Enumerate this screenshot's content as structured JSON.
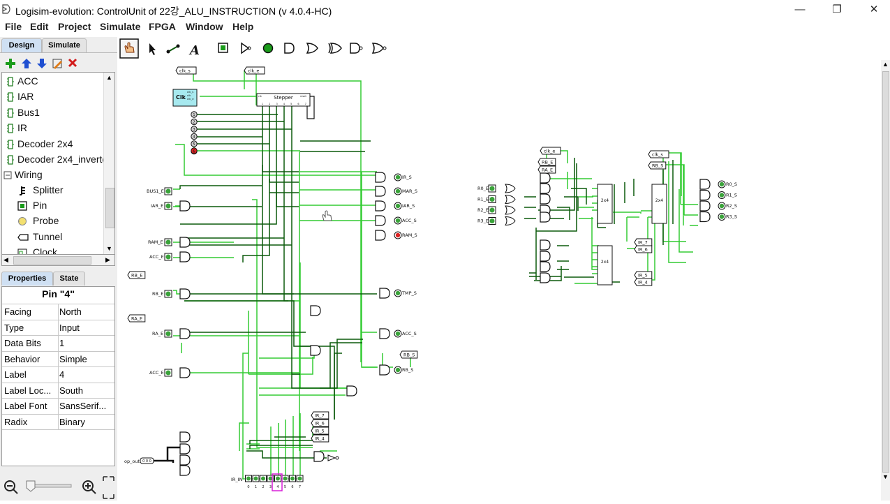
{
  "window": {
    "title": "Logisim-evolution: ControlUnit of 22강_ALU_INSTRUCTION (v 4.0.4-HC)",
    "minimize": "—",
    "maximize": "❐",
    "close": "✕"
  },
  "menu": [
    "File",
    "Edit",
    "Project",
    "Simulate",
    "FPGA",
    "Window",
    "Help"
  ],
  "left_tabs": {
    "design": "Design",
    "simulate": "Simulate"
  },
  "tree_items": [
    {
      "label": "ACC",
      "kind": "circuit"
    },
    {
      "label": "IAR",
      "kind": "circuit"
    },
    {
      "label": "Bus1",
      "kind": "circuit"
    },
    {
      "label": "IR",
      "kind": "circuit"
    },
    {
      "label": "Decoder 2x4",
      "kind": "circuit"
    },
    {
      "label": "Decoder 2x4_inverte",
      "kind": "circuit"
    },
    {
      "label": "Wiring",
      "kind": "folder"
    },
    {
      "label": "Splitter",
      "kind": "splitter"
    },
    {
      "label": "Pin",
      "kind": "pin"
    },
    {
      "label": "Probe",
      "kind": "probe"
    },
    {
      "label": "Tunnel",
      "kind": "tunnel"
    },
    {
      "label": "Clock",
      "kind": "clock"
    }
  ],
  "prop_tabs": {
    "properties": "Properties",
    "state": "State"
  },
  "props_title": "Pin \"4\"",
  "properties": [
    {
      "key": "Facing",
      "value": "North"
    },
    {
      "key": "Type",
      "value": "Input"
    },
    {
      "key": "Data Bits",
      "value": "1"
    },
    {
      "key": "Behavior",
      "value": "Simple"
    },
    {
      "key": "Label",
      "value": "4"
    },
    {
      "key": "Label Loc...",
      "value": "South"
    },
    {
      "key": "Label Font",
      "value": "SansSerif..."
    },
    {
      "key": "Radix",
      "value": "Binary"
    }
  ],
  "circuit": {
    "tunnels": {
      "clk_s": "clk_s",
      "clk_e": "clk_e",
      "rb_e": "RB_E",
      "ra_e": "RA_E",
      "ir7": "IR_7",
      "ir6": "IR_6",
      "ir5": "IR_5",
      "ir4": "IR_4",
      "rb_s": "RB_S"
    },
    "clock_label": "Clk",
    "clock_pins": [
      "clk_s",
      "clk",
      "clk_e"
    ],
    "stepper": {
      "title": "Stepper",
      "clk": "clk",
      "reset": "reset",
      "outputs": [
        "1",
        "2",
        "3",
        "4",
        "5",
        "6",
        "7"
      ]
    },
    "stepper_leds": [
      "1",
      "2",
      "3",
      "4",
      "5",
      "6"
    ],
    "left_inputs": [
      "BUS1_E",
      "IAR_E",
      "RAM_E",
      "ACC_E",
      "RB_E",
      "RA_E",
      "ACC_E"
    ],
    "right_outputs": [
      "IR_S",
      "MAR_S",
      "IAR_S",
      "ACC_S",
      "RAM_S",
      "TMP_S",
      "ACC_S",
      "RB_S"
    ],
    "op_out_label": "op_out",
    "op_out_value": "0 0 0",
    "ir_in_label": "IR_IN",
    "ir_in_bits": [
      "0",
      "1",
      "2",
      "3",
      "4",
      "5",
      "6",
      "7"
    ],
    "reg_inputs": [
      "R0_E",
      "R1_E",
      "R2_E",
      "R3_E"
    ],
    "reg_outputs": [
      "R0_S",
      "R1_S",
      "R2_S",
      "R3_S"
    ],
    "decoder_label": "2x4",
    "colors": {
      "wire_on": "#33cc33",
      "wire_off": "#0b5a0b",
      "wire_bus": "#111111",
      "pin_fill": "#3aa33a",
      "led_red": "#dd2222"
    }
  }
}
